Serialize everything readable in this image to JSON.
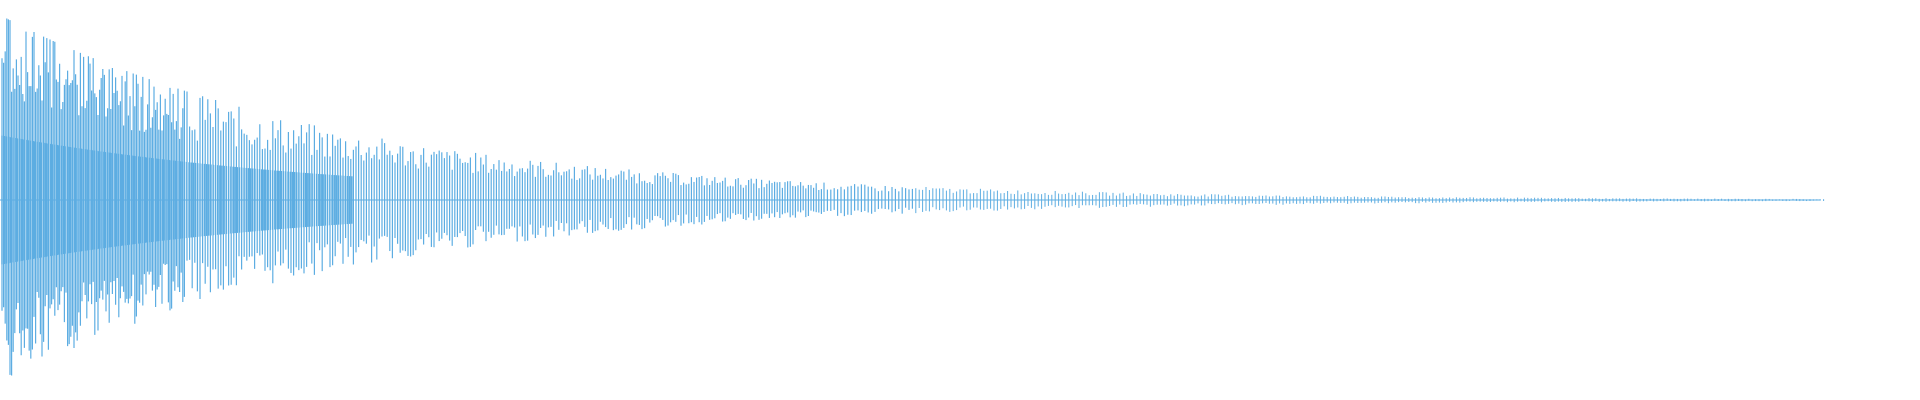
{
  "waveform": {
    "color": "#5DADE2",
    "background": "#FFFFFF",
    "envelope": "exponential-decay",
    "visible_extent_fraction": 0.95,
    "peak_amplitude_fraction": 0.92
  }
}
